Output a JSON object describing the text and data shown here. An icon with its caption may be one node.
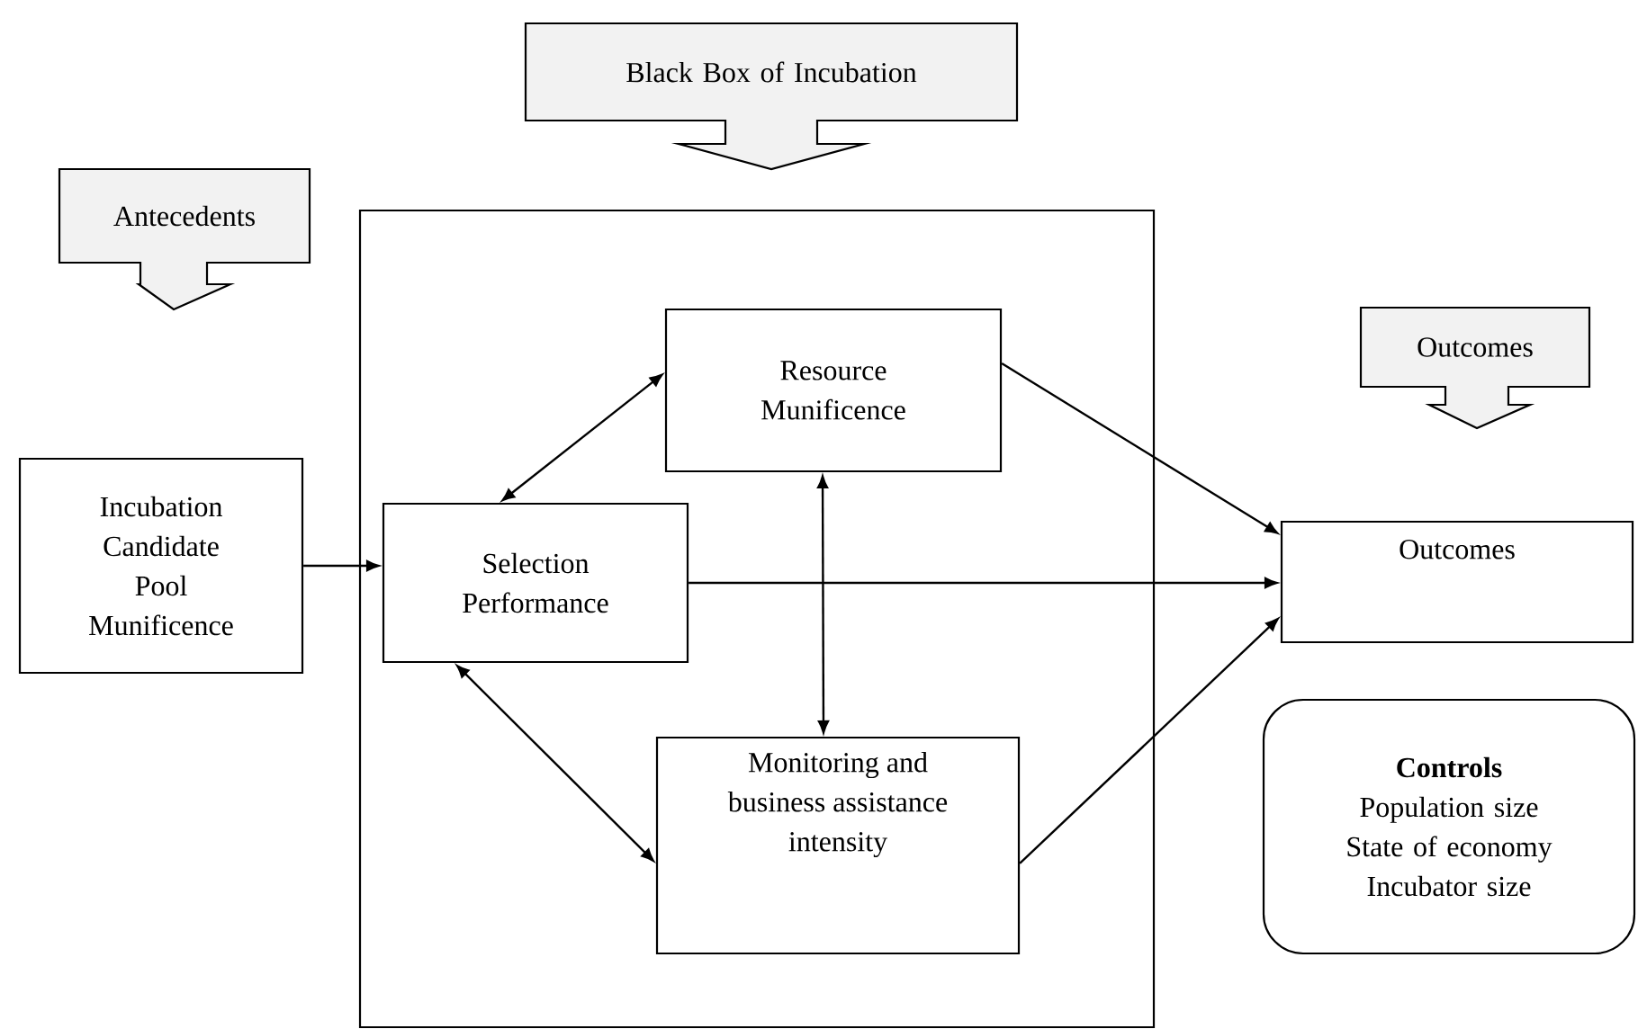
{
  "diagram": {
    "nodes": [
      {
        "text": [
          "Black Box of Incubation"
        ]
      },
      {
        "text": [
          "Antecedents"
        ]
      },
      {
        "text": [],
        "shape": "box"
      },
      {
        "text": [
          "Resource Munificence"
        ],
        "in": 2
      },
      {
        "text": [
          "Outcomes"
        ]
      },
      {
        "text": [
          "Incubation Candidate Pool Munificence"
        ]
      },
      {
        "text": [
          "Selection Performance"
        ],
        "in": 2
      },
      {
        "text": [
          "Outcomes"
        ]
      },
      {
        "text": [
          "Monitoring and business assistance intensity"
        ],
        "in": 2
      },
      {
        "text": [
          "Controls",
          "Population size State of economy Incubator size"
        ]
      }
    ],
    "edges": [
      {
        "from": 5,
        "to": 6,
        "arrow": "to"
      },
      {
        "from": 6,
        "to": 3,
        "arrow": "both"
      },
      {
        "from": 3,
        "to": 7,
        "arrow": "to"
      },
      {
        "from": 6,
        "to": 7,
        "arrow": "to"
      },
      {
        "from": 3,
        "to": 8,
        "arrow": "both"
      },
      {
        "from": 6,
        "to": 8,
        "arrow": "both"
      },
      {
        "from": 8,
        "to": 7,
        "arrow": "to"
      }
    ]
  }
}
